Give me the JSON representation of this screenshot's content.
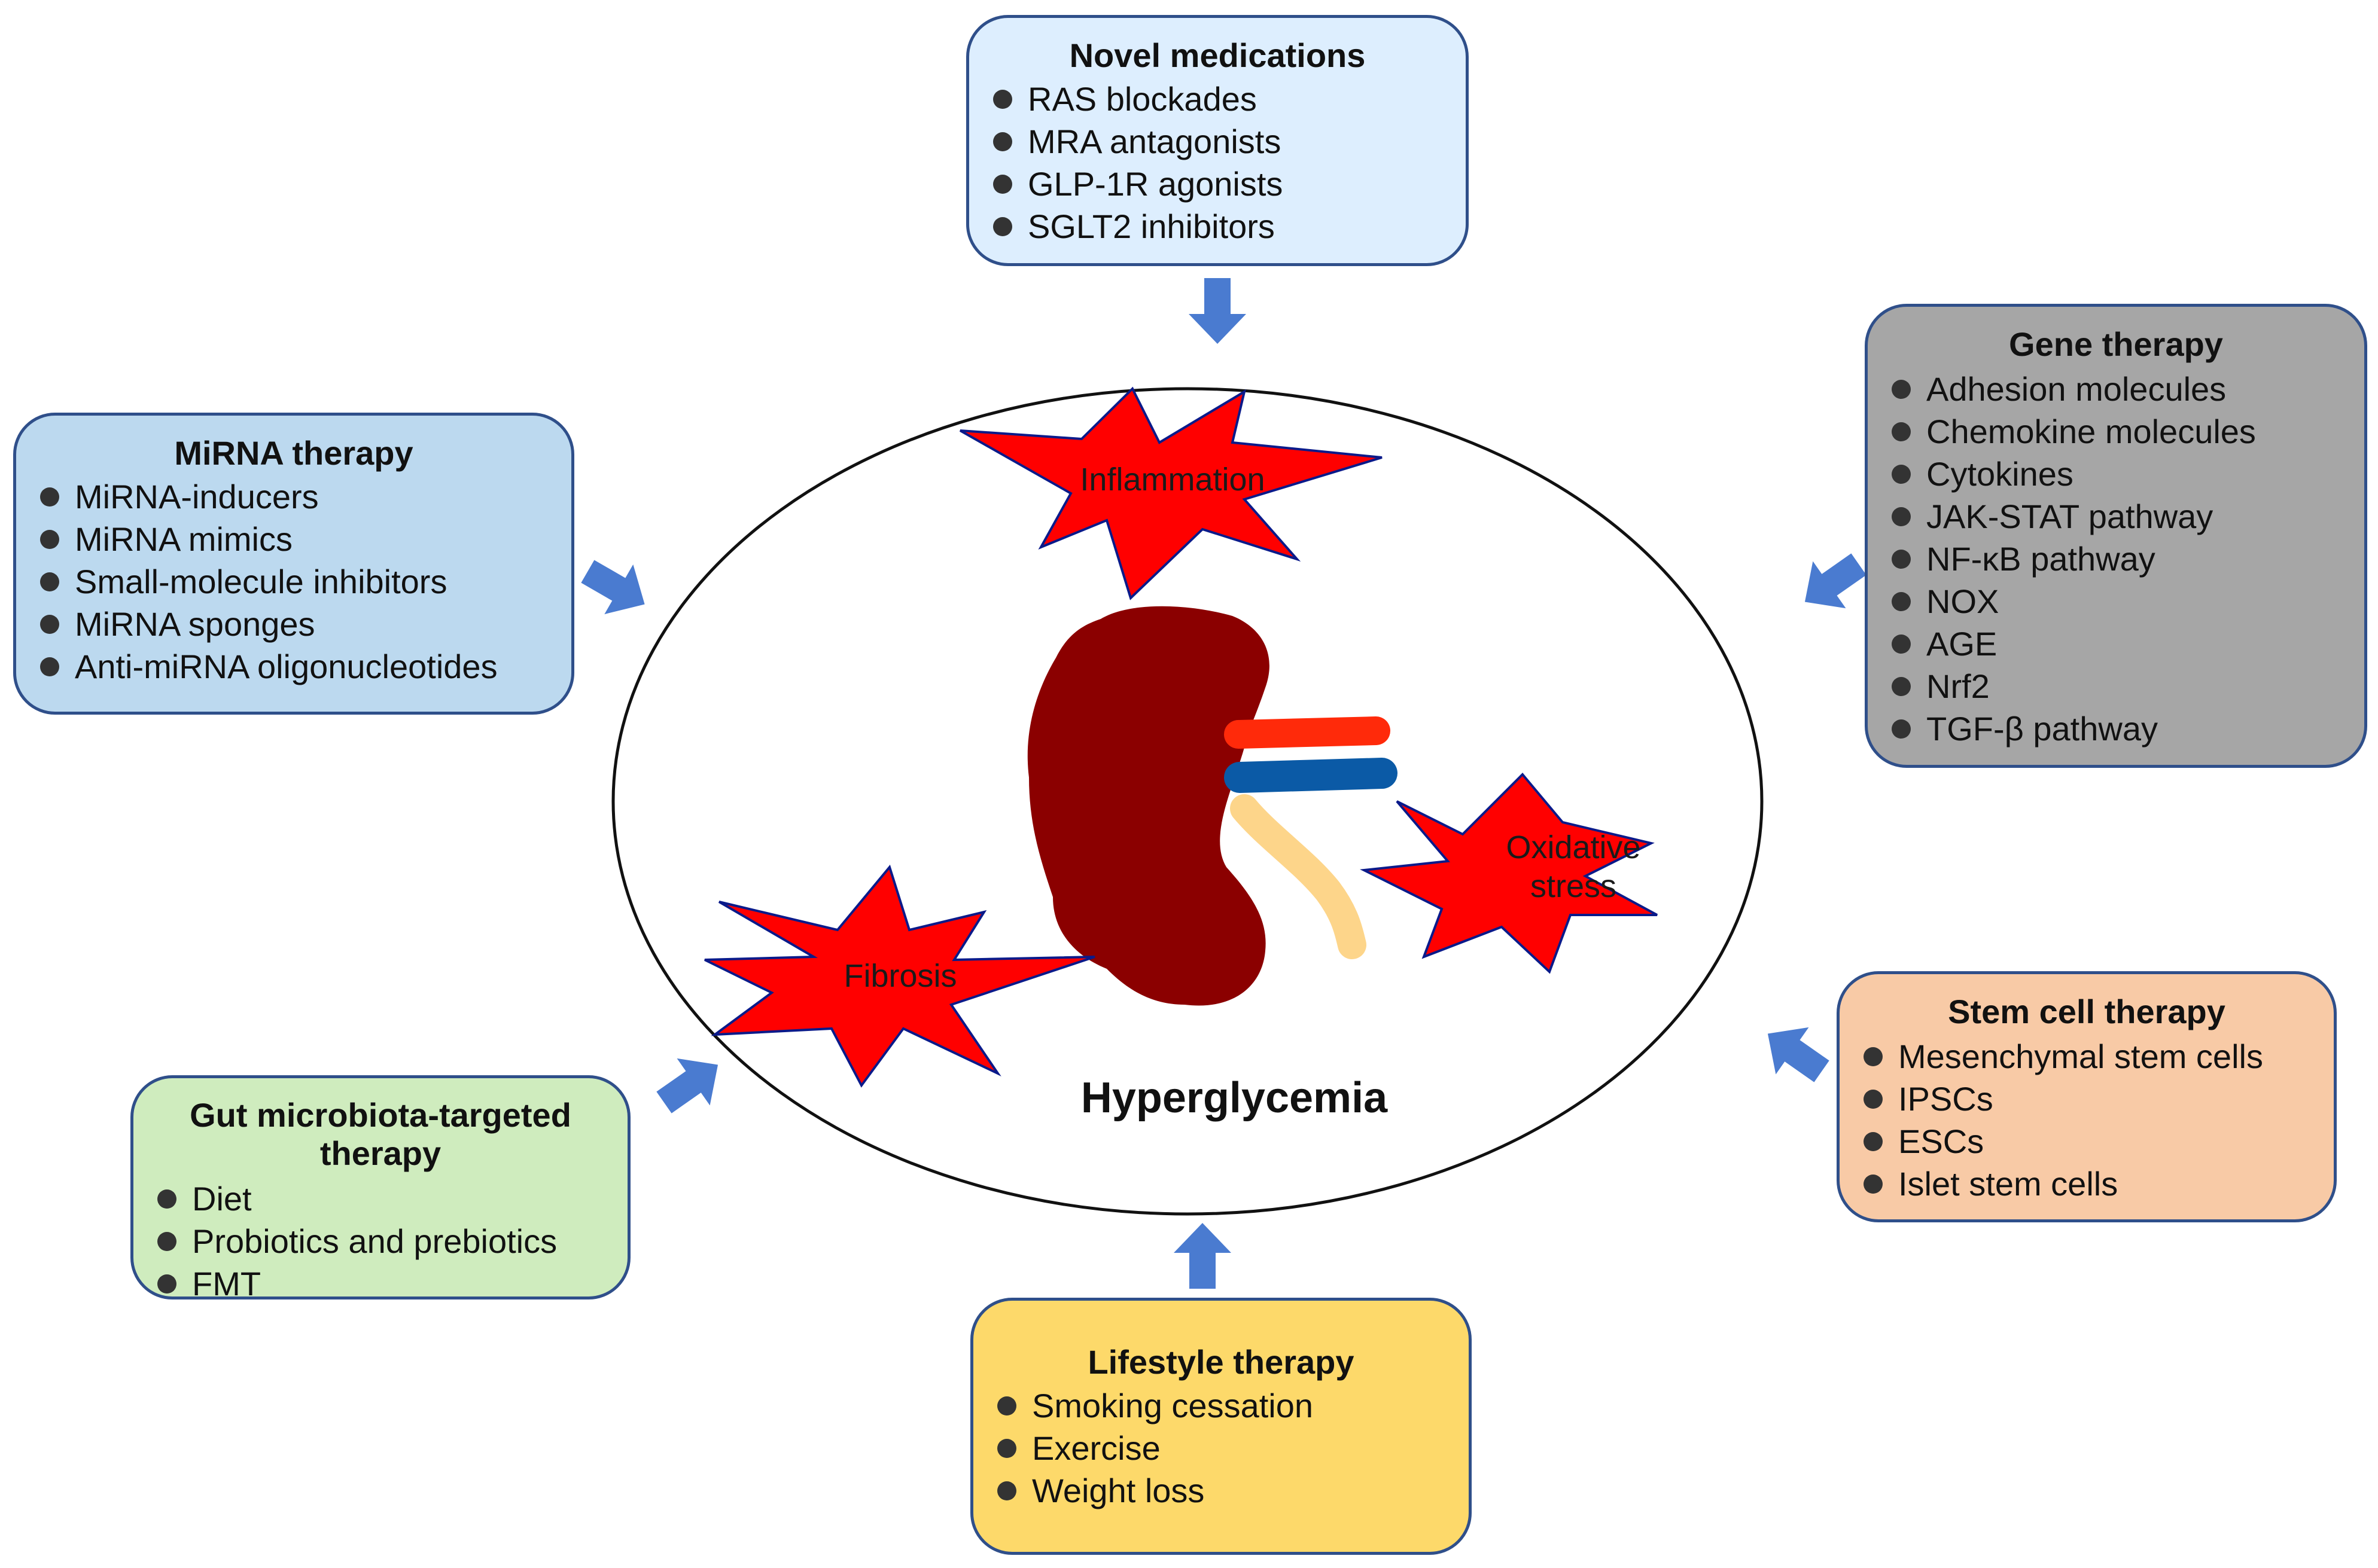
{
  "center": {
    "label": "Hyperglycemia",
    "stressors": {
      "inflammation": "Inflammation",
      "oxidative": [
        "Oxidative",
        "stress"
      ],
      "fibrosis": "Fibrosis"
    }
  },
  "boxes": {
    "novel_medications": {
      "title": "Novel medications",
      "items": [
        "RAS blockades",
        "MRA antagonists",
        "GLP-1R agonists",
        "SGLT2 inhibitors"
      ]
    },
    "gene_therapy": {
      "title": "Gene therapy",
      "items": [
        "Adhesion molecules",
        "Chemokine molecules",
        "Cytokines",
        "JAK-STAT pathway",
        "NF-κB pathway",
        "NOX",
        "AGE",
        "Nrf2",
        "TGF-β pathway"
      ]
    },
    "mirna_therapy": {
      "title": "MiRNA therapy",
      "items": [
        "MiRNA-inducers",
        "MiRNA mimics",
        "Small-molecule inhibitors",
        "MiRNA sponges",
        "Anti-miRNA oligonucleotides"
      ]
    },
    "stem_cell_therapy": {
      "title": "Stem cell therapy",
      "items": [
        "Mesenchymal stem cells",
        "IPSCs",
        "ESCs",
        "Islet stem cells"
      ]
    },
    "gut_microbiota": {
      "title": [
        "Gut microbiota-targeted",
        "therapy"
      ],
      "items": [
        "Diet",
        "Probiotics and prebiotics",
        "FMT"
      ]
    },
    "lifestyle_therapy": {
      "title": "Lifestyle therapy",
      "items": [
        "Smoking cessation",
        "Exercise",
        "Weight loss"
      ]
    }
  },
  "colors": {
    "arrow": "#4a7bd0",
    "starburst": "#ff0000",
    "kidney": "#8b0000",
    "artery": "#ff2a0a",
    "vein": "#0b5aa6",
    "ureter": "#fdd58a"
  }
}
